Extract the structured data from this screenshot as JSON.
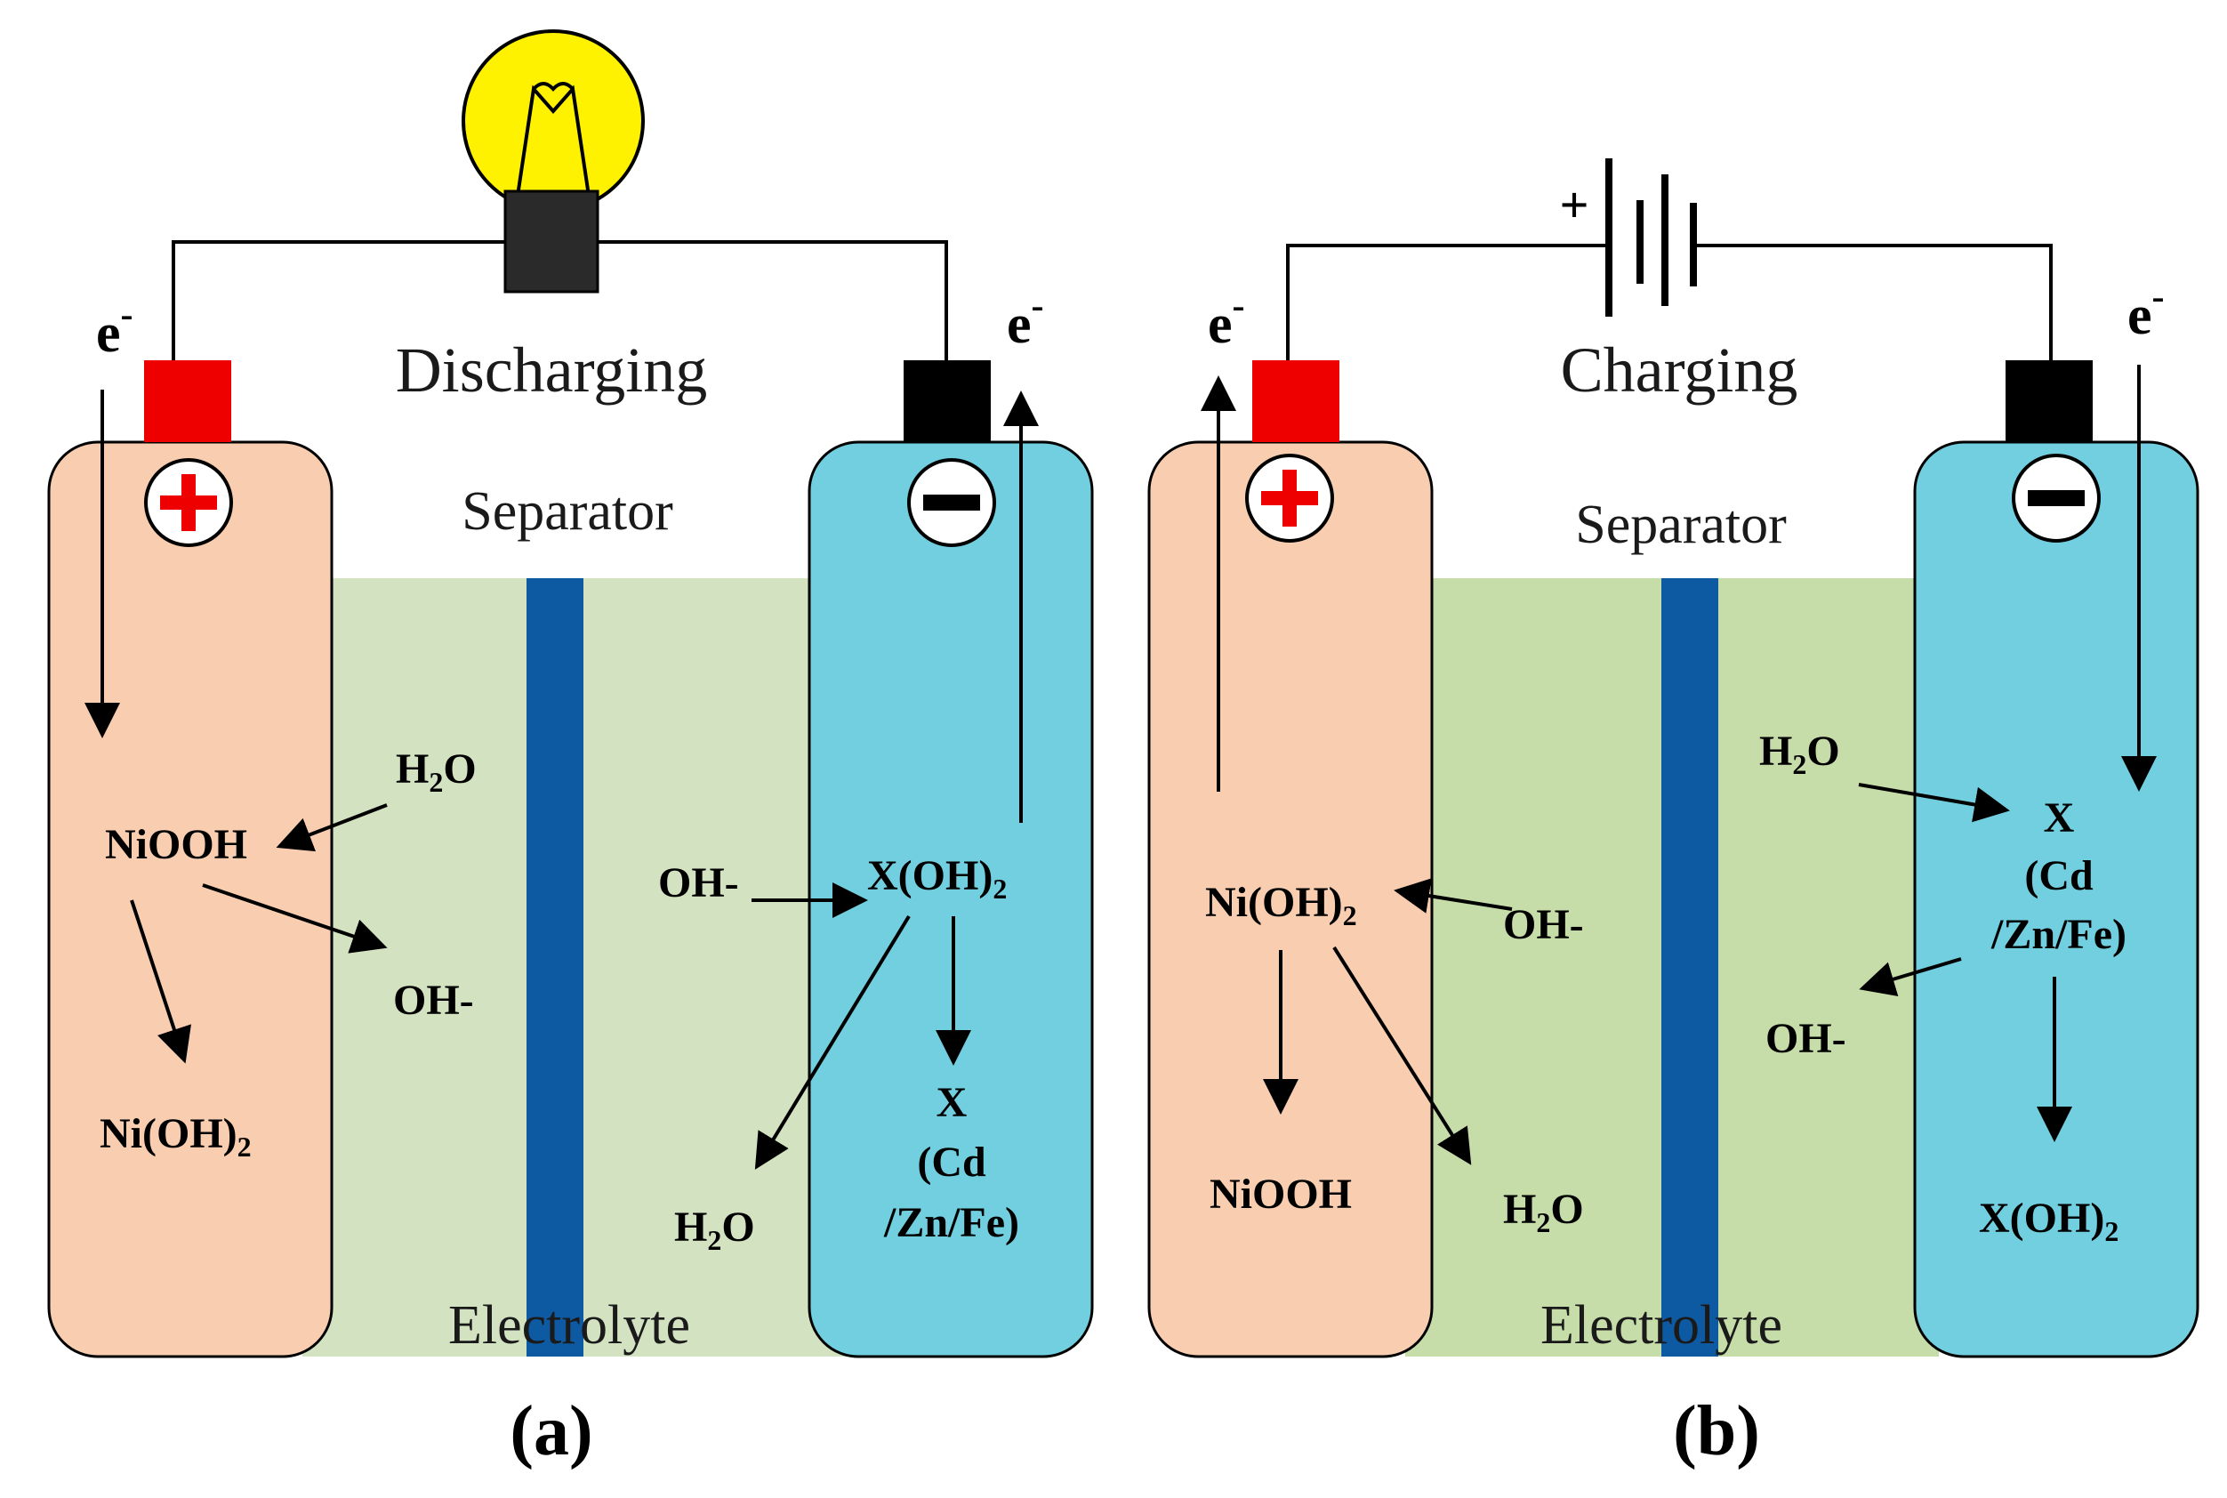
{
  "colors": {
    "positive_electrode": "#F9CDB0",
    "negative_electrode": "#72CFE0",
    "electrolyte_a": "#D3E2C0",
    "electrolyte_b": "#C6DDA9",
    "separator": "#0D5AA2",
    "positive_terminal": "#EE0000",
    "negative_terminal": "#000000",
    "bulb_glass": "#FFF200",
    "bulb_base": "#2A2A2A",
    "wire": "#000000"
  },
  "panel_a": {
    "caption": "(a)",
    "mode_label": "Discharging",
    "separator_label": "Separator",
    "electrolyte_label": "Electrolyte",
    "electron_left": "e",
    "electron_right": "e",
    "electron_sup": "-",
    "positive": {
      "reactant": "NiOOH",
      "product_main": "Ni(OH)",
      "product_sub": "2",
      "water": "H",
      "water_sub": "2",
      "water_end": "O",
      "hydroxide": "OH-"
    },
    "negative": {
      "reactant_main": "X(OH)",
      "reactant_sub": "2",
      "hydroxide": "OH-",
      "product": "X",
      "product_detail_1": "(Cd",
      "product_detail_2": "/Zn/Fe)",
      "water": "H",
      "water_sub": "2",
      "water_end": "O"
    }
  },
  "panel_b": {
    "caption": "(b)",
    "mode_label": "Charging",
    "separator_label": "Separator",
    "electrolyte_label": "Electrolyte",
    "battery_plus": "+",
    "electron_left": "e",
    "electron_right": "e",
    "electron_sup": "-",
    "positive": {
      "reactant_main": "Ni(OH)",
      "reactant_sub": "2",
      "hydroxide": "OH-",
      "product": "NiOOH",
      "water": "H",
      "water_sub": "2",
      "water_end": "O"
    },
    "negative": {
      "water": "H",
      "water_sub": "2",
      "water_end": "O",
      "reactant": "X",
      "reactant_detail_1": "(Cd",
      "reactant_detail_2": "/Zn/Fe)",
      "hydroxide": "OH-",
      "product_main": "X(OH)",
      "product_sub": "2"
    }
  }
}
